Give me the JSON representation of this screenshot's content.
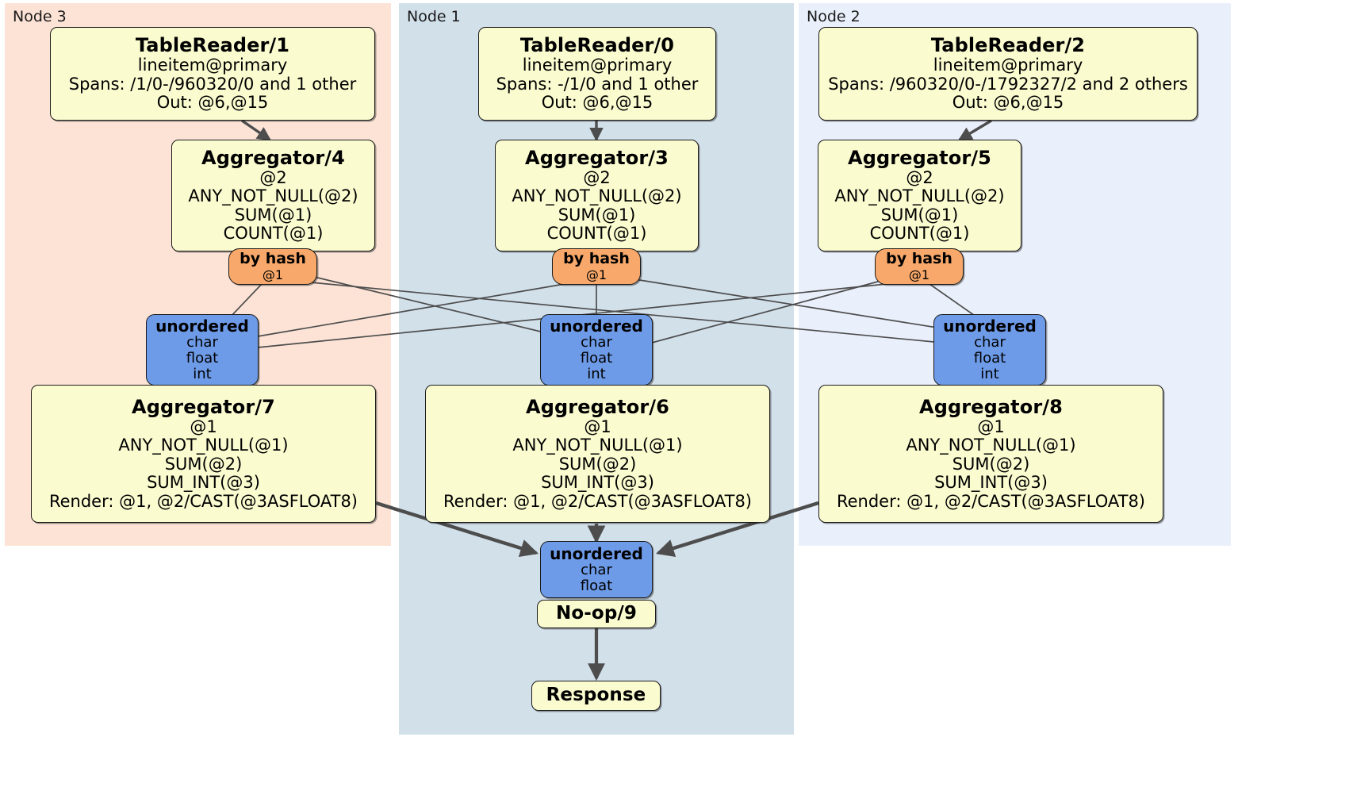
{
  "diagram": {
    "kind": "distsql-query-plan",
    "colors": {
      "node3_panel": "#fce3d6",
      "node1_panel": "#d2e0ea",
      "node2_panel": "#eaf0fb",
      "processor_box": "#fbfbd0",
      "hash_router": "#f7a86a",
      "sync_input": "#6e9be8",
      "edge": "#4d4d4d",
      "outline": "#1b1b1b"
    }
  },
  "panels": [
    {
      "id": "node3",
      "label": "Node 3"
    },
    {
      "id": "node1",
      "label": "Node 1"
    },
    {
      "id": "node2",
      "label": "Node 2"
    }
  ],
  "table_readers": [
    {
      "id": "tr1",
      "title": "TableReader/1",
      "index": "lineitem@primary",
      "spans": "Spans: /1/0-/960320/0 and 1 other",
      "out": "Out: @6,@15"
    },
    {
      "id": "tr0",
      "title": "TableReader/0",
      "index": "lineitem@primary",
      "spans": "Spans: -/1/0 and 1 other",
      "out": "Out: @6,@15"
    },
    {
      "id": "tr2",
      "title": "TableReader/2",
      "index": "lineitem@primary",
      "spans": "Spans: /960320/0-/1792327/2 and 2 others",
      "out": "Out: @6,@15"
    }
  ],
  "local_aggregators": [
    {
      "id": "agg4",
      "title": "Aggregator/4",
      "group": "@2",
      "funcs": [
        "ANY_NOT_NULL(@2)",
        "SUM(@1)",
        "COUNT(@1)"
      ]
    },
    {
      "id": "agg3",
      "title": "Aggregator/3",
      "group": "@2",
      "funcs": [
        "ANY_NOT_NULL(@2)",
        "SUM(@1)",
        "COUNT(@1)"
      ]
    },
    {
      "id": "agg5",
      "title": "Aggregator/5",
      "group": "@2",
      "funcs": [
        "ANY_NOT_NULL(@2)",
        "SUM(@1)",
        "COUNT(@1)"
      ]
    }
  ],
  "hash_routers": [
    {
      "id": "hash4",
      "title": "by hash",
      "cols": "@1"
    },
    {
      "id": "hash3",
      "title": "by hash",
      "cols": "@1"
    },
    {
      "id": "hash5",
      "title": "by hash",
      "cols": "@1"
    }
  ],
  "sync_inputs": [
    {
      "id": "sync7",
      "title": "unordered",
      "types": [
        "char",
        "float",
        "int"
      ]
    },
    {
      "id": "sync6",
      "title": "unordered",
      "types": [
        "char",
        "float",
        "int"
      ]
    },
    {
      "id": "sync8",
      "title": "unordered",
      "types": [
        "char",
        "float",
        "int"
      ]
    },
    {
      "id": "sync9",
      "title": "unordered",
      "types": [
        "char",
        "float"
      ]
    }
  ],
  "final_aggregators": [
    {
      "id": "agg7",
      "title": "Aggregator/7",
      "group": "@1",
      "funcs": [
        "ANY_NOT_NULL(@1)",
        "SUM(@2)",
        "SUM_INT(@3)"
      ],
      "render": "Render: @1, @2/CAST(@3ASFLOAT8)"
    },
    {
      "id": "agg6",
      "title": "Aggregator/6",
      "group": "@1",
      "funcs": [
        "ANY_NOT_NULL(@1)",
        "SUM(@2)",
        "SUM_INT(@3)"
      ],
      "render": "Render: @1, @2/CAST(@3ASFLOAT8)"
    },
    {
      "id": "agg8",
      "title": "Aggregator/8",
      "group": "@1",
      "funcs": [
        "ANY_NOT_NULL(@1)",
        "SUM(@2)",
        "SUM_INT(@3)"
      ],
      "render": "Render: @1, @2/CAST(@3ASFLOAT8)"
    }
  ],
  "terminal": {
    "noop": {
      "id": "noop9",
      "title": "No-op/9"
    },
    "response": {
      "id": "response",
      "title": "Response"
    }
  }
}
